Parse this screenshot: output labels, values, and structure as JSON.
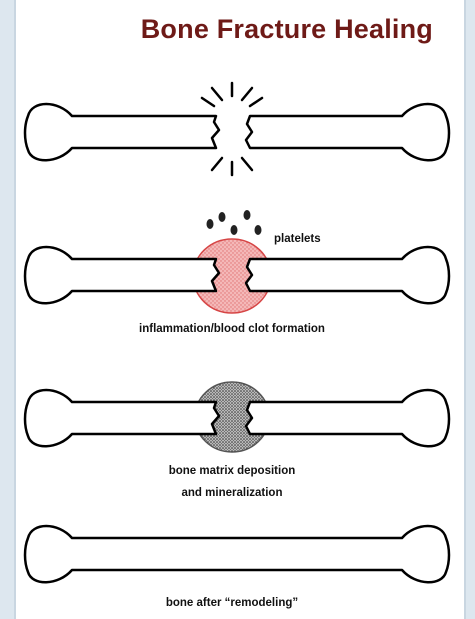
{
  "title": "Bone Fracture Healing",
  "stages": [
    {
      "id": "fracture",
      "labels": []
    },
    {
      "id": "clot",
      "labels": [
        "platelets",
        "inflammation/blood clot formation"
      ]
    },
    {
      "id": "matrix",
      "labels": [
        "bone matrix deposition",
        "and mineralization"
      ]
    },
    {
      "id": "remodeled",
      "labels": [
        "bone after “remodeling”"
      ]
    }
  ],
  "colors": {
    "title": "#6e1a17",
    "clot_fill": "#f4b8b8",
    "clot_stroke": "#d64545",
    "matrix_fill": "#9a9a9a",
    "outline": "#000000"
  }
}
